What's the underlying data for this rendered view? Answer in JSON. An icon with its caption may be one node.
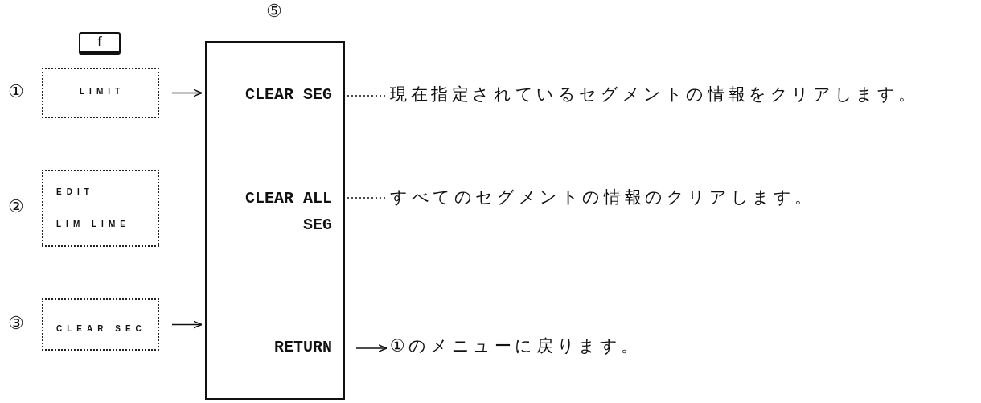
{
  "diagram": {
    "nodes": [
      {
        "text": [
          "f"
        ]
      },
      {
        "text": [
          "LIMIT"
        ],
        "beside": [
          "①"
        ]
      },
      {
        "text": [
          "EDIT",
          "LIM LIME"
        ],
        "beside": [
          "②"
        ]
      },
      {
        "text": [
          "CLEAR SEC"
        ],
        "beside": [
          "③"
        ]
      },
      {
        "text": [
          "⑤"
        ]
      },
      {
        "text": [
          "CLEAR SEG"
        ],
        "in": 4
      },
      {
        "text": [
          "CLEAR ALL SEG"
        ],
        "in": 4
      },
      {
        "text": [
          "RETURN"
        ],
        "in": 4
      },
      {
        "text": [
          "現在指定されているセグメントの情報をクリアします。"
        ]
      },
      {
        "text": [
          "すべてのセグメントの情報のクリアします。"
        ]
      },
      {
        "text": [
          "①のメニューに戻ります。"
        ]
      }
    ],
    "edges": [
      {
        "from": 1,
        "to": 4,
        "arrow": "to"
      },
      {
        "from": 3,
        "to": 4,
        "arrow": "to"
      },
      {
        "from": 5,
        "to": 8,
        "arrow": "none",
        "style": "dashed"
      },
      {
        "from": 6,
        "to": 9,
        "arrow": "none",
        "style": "dashed"
      },
      {
        "from": 7,
        "to": 10,
        "arrow": "to"
      }
    ]
  }
}
